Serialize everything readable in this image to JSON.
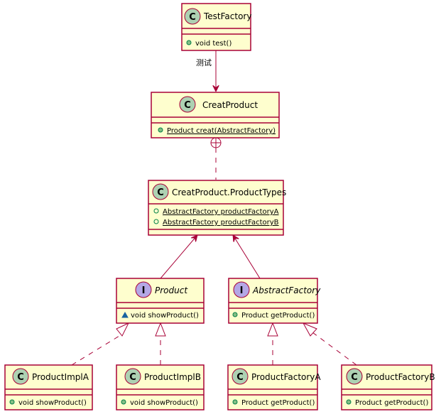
{
  "classes": {
    "test_factory": {
      "badge": "C",
      "name": "TestFactory",
      "members": [
        {
          "text": "void test()"
        }
      ]
    },
    "creat_product": {
      "badge": "C",
      "name": "CreatProduct",
      "members": [
        {
          "text": "Product creat(AbstractFactory)"
        }
      ]
    },
    "product_types": {
      "badge": "C",
      "name": "CreatProduct.ProductTypes",
      "members": [
        {
          "text": "AbstractFactory productFactoryA"
        },
        {
          "text": "AbstractFactory productFactoryB"
        }
      ]
    },
    "product": {
      "badge": "I",
      "name": "Product",
      "members": [
        {
          "text": "void showProduct()"
        }
      ]
    },
    "abstract_factory": {
      "badge": "I",
      "name": "AbstractFactory",
      "members": [
        {
          "text": "Product getProduct()"
        }
      ]
    },
    "product_impl_a": {
      "badge": "C",
      "name": "ProductImplA",
      "members": [
        {
          "text": "void showProduct()"
        }
      ]
    },
    "product_impl_b": {
      "badge": "C",
      "name": "ProductImplB",
      "members": [
        {
          "text": "void showProduct()"
        }
      ]
    },
    "product_factory_a": {
      "badge": "C",
      "name": "ProductFactoryA",
      "members": [
        {
          "text": "Product getProduct()"
        }
      ]
    },
    "product_factory_b": {
      "badge": "C",
      "name": "ProductFactoryB",
      "members": [
        {
          "text": "Product getProduct()"
        }
      ]
    }
  },
  "edges": {
    "test_label": "测试"
  },
  "colors": {
    "border": "#A80036",
    "class_fill": "#FEFECE",
    "class_badge": "#ADD1B2",
    "interface_badge": "#B4A7E5"
  }
}
